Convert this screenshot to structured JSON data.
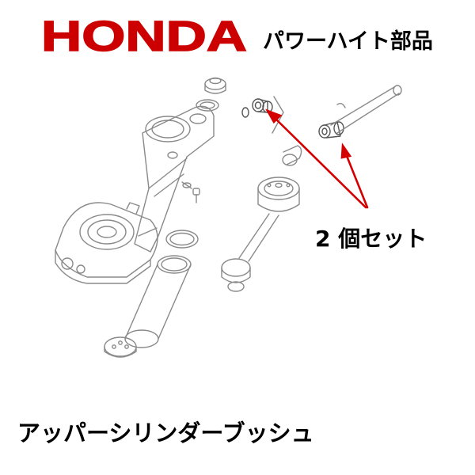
{
  "brand": {
    "logo_text": "HONDA",
    "logo_color": "#cc0000"
  },
  "header": {
    "title": "パワーハイト部品"
  },
  "diagram": {
    "callout_label": "2 個セット",
    "arrow_color": "#d40000",
    "line_color": "#8a8a8a"
  },
  "product": {
    "name": "アッパーシリンダーブッシュ"
  }
}
